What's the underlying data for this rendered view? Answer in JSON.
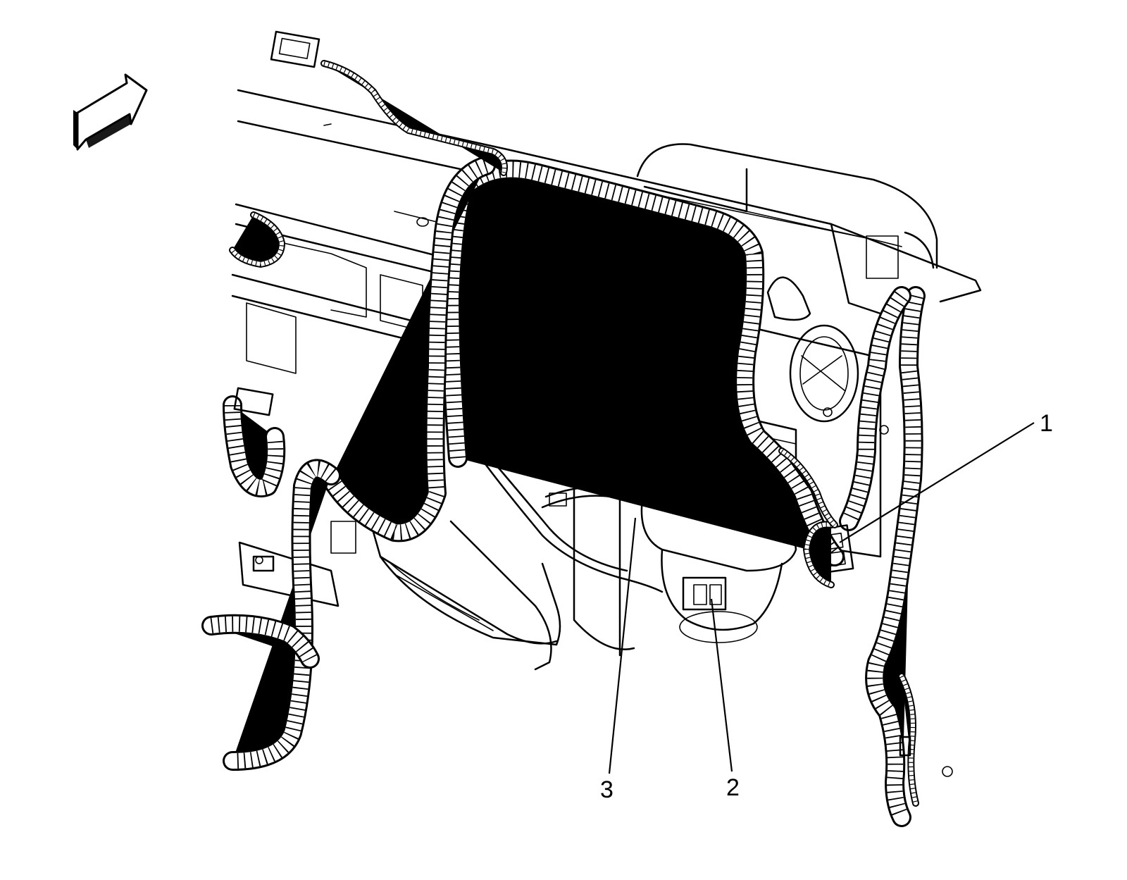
{
  "figure": {
    "icon": "direction-arrow-icon",
    "callouts": [
      {
        "id": "1",
        "label": "1"
      },
      {
        "id": "2",
        "label": "2"
      },
      {
        "id": "3",
        "label": "3"
      }
    ]
  }
}
